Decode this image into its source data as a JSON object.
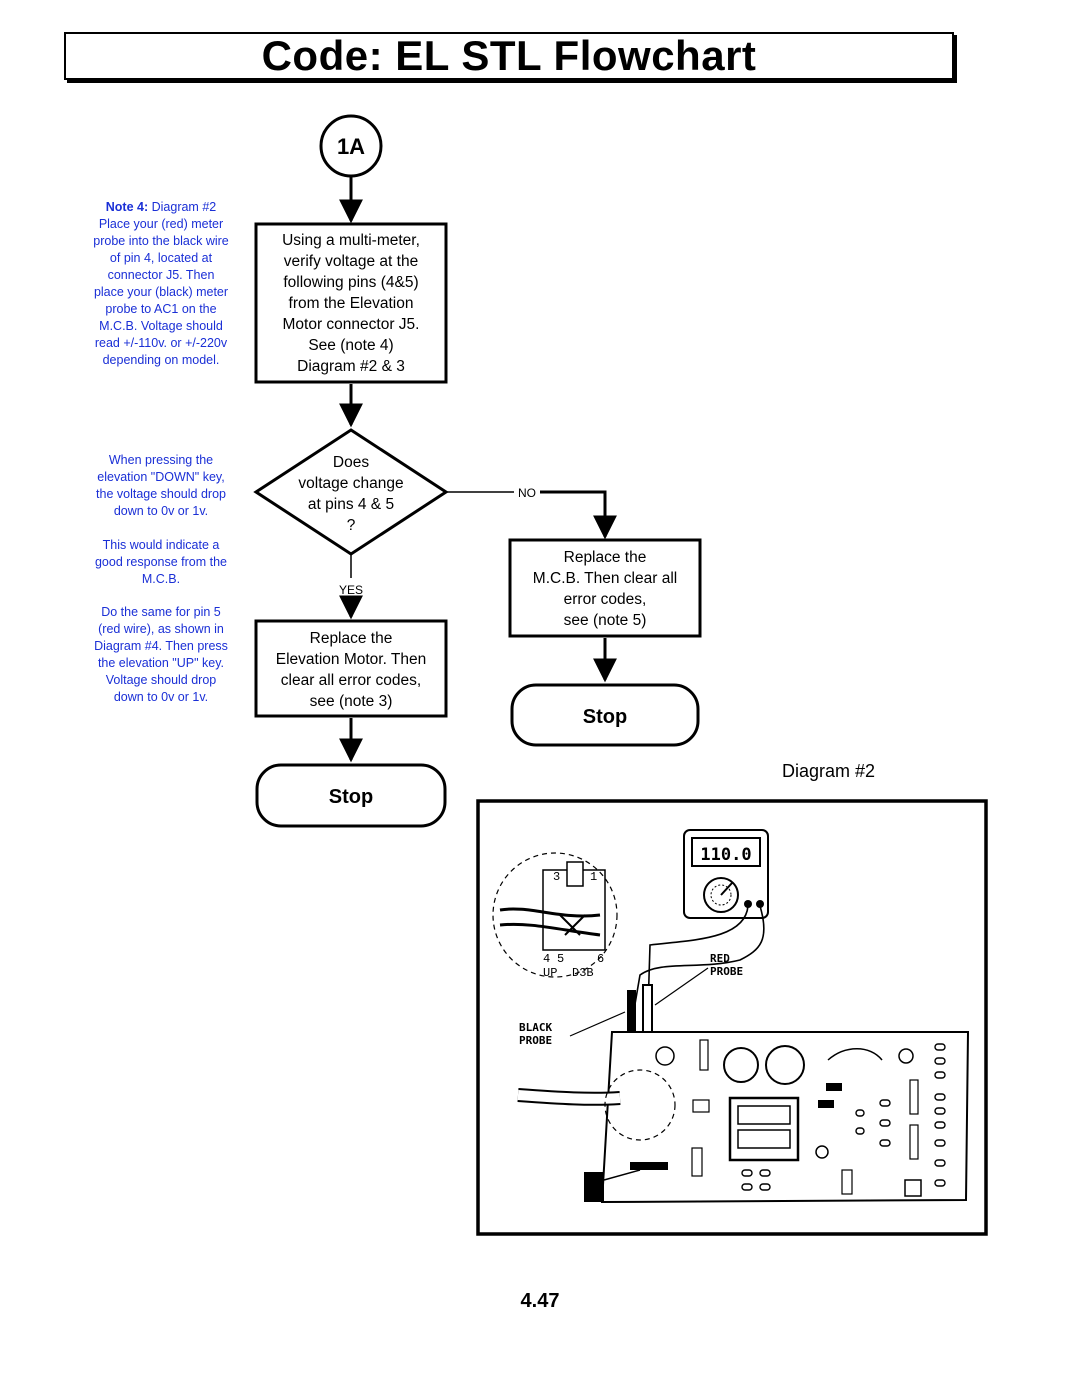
{
  "page": {
    "title": "Code: EL STL Flowchart",
    "page_number": "4.47"
  },
  "notes": {
    "note4_label": "Note 4:",
    "note4_ref": " Diagram #2",
    "note4_body": "Place your (red) meter probe into the black wire of pin 4, located at connector J5. Then place your (black) meter probe to AC1 on the M.C.B. Voltage should read +/-110v. or +/-220v depending on model.",
    "down_key": "When pressing the elevation \"DOWN\" key, the voltage should drop down to 0v or 1v.",
    "good_response": "This would indicate a good response from the M.C.B.",
    "pin5": "Do the same for pin 5 (red wire), as shown in Diagram #4. Then press the elevation \"UP\" key. Voltage should drop down to 0v or 1v."
  },
  "flowchart": {
    "start_connector": "1A",
    "step1": [
      "Using a multi-meter,",
      "verify voltage at the",
      "following pins (4&5)",
      "from the Elevation",
      "Motor connector J5.",
      "See (note 4)",
      "Diagram #2 & 3"
    ],
    "decision": [
      "Does",
      "voltage change",
      "at pins 4 & 5",
      "?"
    ],
    "no_label": "NO",
    "yes_label": "YES",
    "replace_mcb": [
      "Replace the",
      "M.C.B. Then clear all",
      "error codes,",
      "see (note 5)"
    ],
    "replace_motor": [
      "Replace the",
      "Elevation Motor. Then",
      "clear all error codes,",
      "see (note 3)"
    ],
    "stop_right": "Stop",
    "stop_left": "Stop"
  },
  "diagram": {
    "caption": "Diagram #2",
    "meter_display": "110.0",
    "red_probe_label": [
      "RED",
      "PROBE"
    ],
    "black_probe_label": [
      "BLACK",
      "PROBE"
    ],
    "connector_labels": [
      "3",
      "1",
      "4",
      "5",
      "6",
      "UP",
      "D3B"
    ]
  },
  "colors": {
    "note_text": "#1a2fd6",
    "ink": "#000000"
  }
}
